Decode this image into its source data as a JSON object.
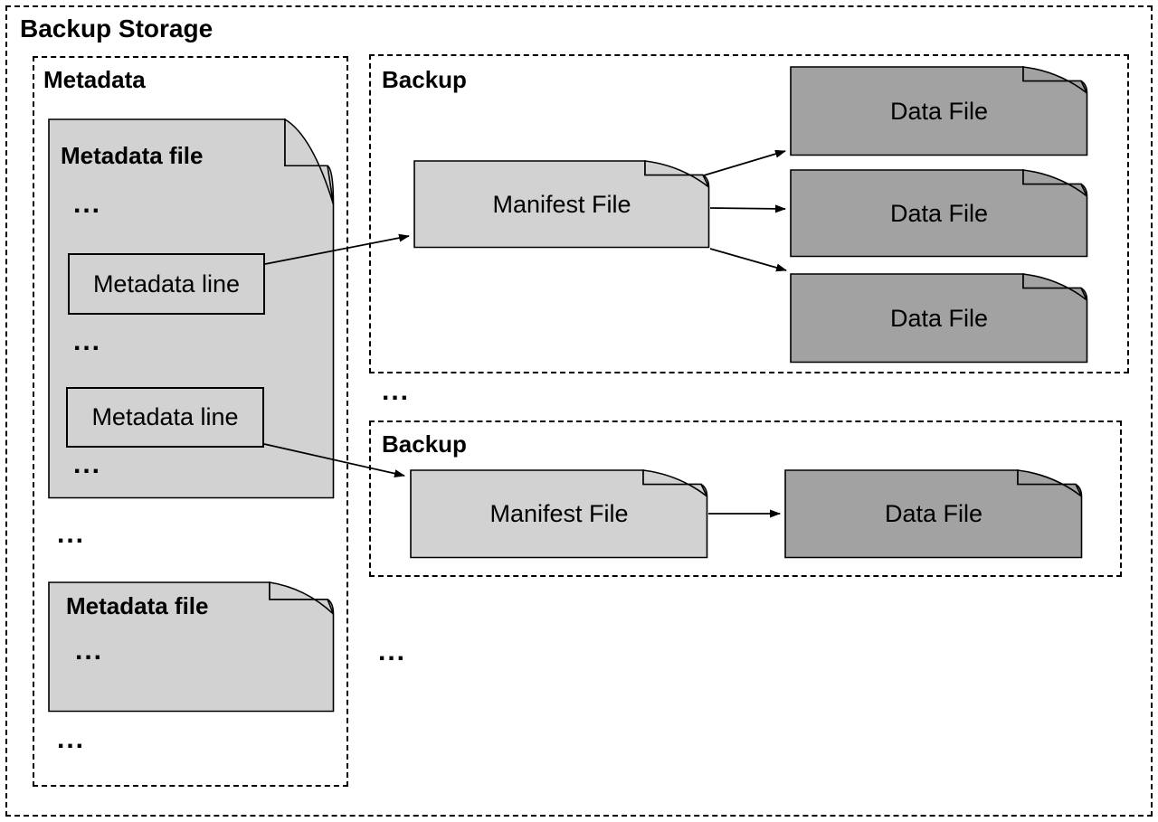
{
  "outer": {
    "title": "Backup Storage"
  },
  "metadata": {
    "label": "Metadata",
    "file_top": {
      "title": "Metadata file",
      "dots_top": "...",
      "line_entries": [
        "Metadata line",
        "Metadata line"
      ],
      "dots_mid": "...",
      "dots_bottom": "..."
    },
    "dots_after_file_top": "...",
    "file_bottom": {
      "title": "Metadata file",
      "dots": "..."
    },
    "dots_after_file_bottom": "..."
  },
  "backups": {
    "first": {
      "label": "Backup",
      "manifest_label": "Manifest File",
      "data_file_labels": [
        "Data File",
        "Data File",
        "Data File"
      ]
    },
    "dots_between": "...",
    "second": {
      "label": "Backup",
      "manifest_label": "Manifest File",
      "data_file_labels": [
        "Data File"
      ]
    },
    "dots_after": "..."
  },
  "colors": {
    "doc_light": "#d2d2d2",
    "doc_dark": "#a2a2a2",
    "line": "#000000",
    "background": "#ffffff"
  }
}
